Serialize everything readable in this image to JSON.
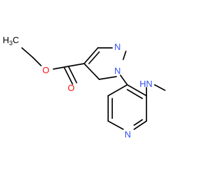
{
  "molecule": {
    "colors": {
      "carbon_bond": "#000000",
      "oxygen": "#ff0d0d",
      "nitrogen": "#3050f8",
      "background": "#ffffff"
    },
    "labels": {
      "ethyl_h3c_h": "H",
      "ethyl_h3c_sub": "3",
      "ethyl_h3c_c": "C",
      "ester_o": "O",
      "carbonyl_o": "O",
      "pyrazole_n2": "N",
      "pyrazole_n1": "N",
      "pyridine_n": "N",
      "amine_h": "H",
      "amine_n": "N"
    }
  }
}
